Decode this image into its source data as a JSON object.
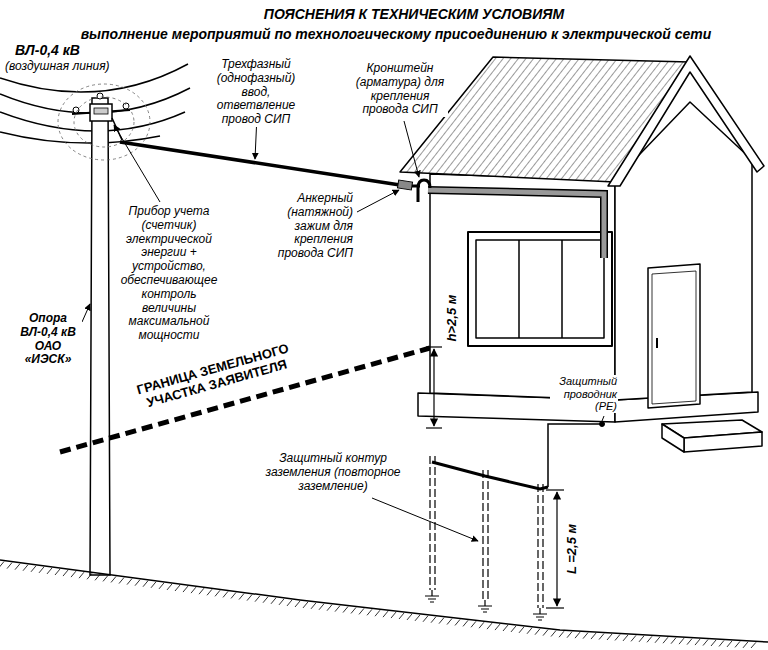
{
  "diagram": {
    "title": "ПОЯСНЕНИЯ К ТЕХНИЧЕСКИМ УСЛОВИЯМ",
    "labels": [
      "выполнение мероприятий по технологическому присоединению к электрической сети",
      "ВЛ-0,4 кВ",
      "(воздушная линия)",
      "Трехфазный (однофазный) ввод, ответвление провод СИП",
      "Кронштейн (арматура) для крепления провода СИП",
      "Анкерный (натяжной) зажим для крепления провода СИП",
      "Прибор учета (счетчик) электрической энергии + устройство, обеспечивающее контроль величины максимальной мощности",
      "Опора ВЛ-0,4 кВ ОАО «ИЭСК»",
      "h>2,5 м",
      "ГРАНИЦА ЗЕМЕЛЬНОГО УЧАСТКА ЗАЯВИТЕЛЯ",
      "Защитный проводник (PE)",
      "Защитный контур заземления (повторное заземление)",
      "L =2,5 м"
    ]
  }
}
